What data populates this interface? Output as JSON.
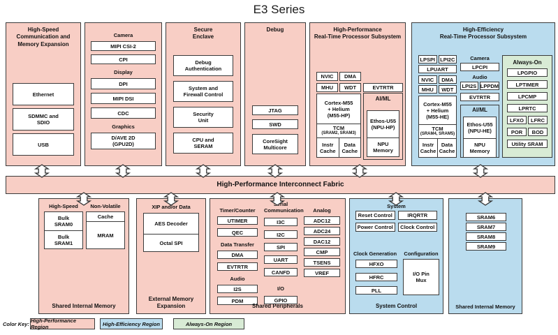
{
  "title": "E3 Series",
  "colors": {
    "hp_region": "#f8cec5",
    "he_region": "#badcee",
    "ao_region": "#d8ebd5",
    "border": "#3a3a3a"
  },
  "fabric": {
    "label": "High-Performance Interconnect Fabric"
  },
  "blocks": {
    "hs": {
      "title": "High-Speed\nCommunication and\nMemory Expansion",
      "items": [
        "Ethernet",
        "SDMMC and\nSDIO",
        "USB"
      ]
    },
    "cam": {
      "h1": "Camera",
      "i1": [
        "MIPI CSI-2",
        "CPI"
      ],
      "h2": "Display",
      "i2": [
        "DPI",
        "MIPI DSI",
        "CDC"
      ],
      "h3": "Graphics",
      "i3": [
        "D/AVE 2D\n(GPU2D)"
      ]
    },
    "se": {
      "title": "Secure\nEnclave",
      "items": [
        "Debug\nAuthentication",
        "System and\nFirewall Control",
        "Security\nUnit",
        "CPU and\nSERAM"
      ]
    },
    "dbg": {
      "title": "Debug",
      "items": [
        "JTAG",
        "SWD",
        "CoreSight\nMulticore"
      ]
    },
    "hp": {
      "title": "High-Performance\nReal-Time Processor Subsystem",
      "r1": [
        "NVIC",
        "DMA"
      ],
      "r2": [
        "MHU",
        "WDT"
      ],
      "cortex": "Cortex-M55\n+ Helium\n(M55-HP)",
      "tcm": "TCM",
      "tcm_sub": "(SRAM2, SRAM3)",
      "caches": [
        "Instr\nCache",
        "Data\nCache"
      ],
      "evtrtr": "EVTRTR",
      "aiml": "AI/ML",
      "npu": "Ethos-U55\n(NPU-HP)",
      "npu_mem": "NPU\nMemory"
    },
    "he": {
      "title": "High-Efficiency\nReal-Time Processor Subsystem",
      "r1": [
        "LPSPI",
        "LPI2C"
      ],
      "lpuart": "LPUART",
      "r2": [
        "NVIC",
        "DMA"
      ],
      "r3": [
        "MHU",
        "WDT"
      ],
      "cortex": "Cortex-M55\n+ Helium\n(M55-HE)",
      "tcm": "TCM",
      "tcm_sub": "(SRAM4, SRAM5)",
      "caches": [
        "Instr\nCache",
        "Data\nCache"
      ],
      "cam_h": "Camera",
      "lpcpi": "LPCPI",
      "audio_h": "Audio",
      "r4": [
        "LPI2S",
        "LPPDM"
      ],
      "evtrtr": "EVTRTR",
      "aiml": "AI/ML",
      "npu": "Ethos-U55\n(NPU-HE)",
      "npu_mem": "NPU\nMemory",
      "ao": {
        "title": "Always-On",
        "items": [
          "LPGPIO",
          "LPTIMER",
          "LPCMP",
          "LPRTC"
        ],
        "r1": [
          "LFXO",
          "LFRC"
        ],
        "r2": [
          "POR",
          "BOD"
        ],
        "last": "Utility SRAM"
      }
    }
  },
  "bottom": {
    "mem1": {
      "h1": "High-Speed",
      "c1": [
        "Bulk\nSRAM0",
        "Bulk\nSRAM1"
      ],
      "h2": "Non-Volatile",
      "c2a": "Cache",
      "c2b": "MRAM",
      "label": "Shared Internal Memory"
    },
    "ext": {
      "h": "XIP and/or Data",
      "items": [
        "AES Decoder",
        "Octal SPI"
      ],
      "label": "External Memory\nExpansion"
    },
    "per": {
      "c1h1": "Timer/Counter",
      "c1i1": [
        "UTIMER",
        "QEC"
      ],
      "c1h2": "Data Transfer",
      "c1i2": [
        "DMA",
        "EVTRTR"
      ],
      "c1h3": "Audio",
      "c1i3": [
        "I2S",
        "PDM"
      ],
      "c2h1": "Serial\nCommunication",
      "c2i1": [
        "I3C",
        "I2C",
        "SPI",
        "UART",
        "CANFD"
      ],
      "c2h2": "I/O",
      "c2i2": [
        "GPIO"
      ],
      "c3h": "Analog",
      "c3i": [
        "ADC12",
        "ADC24",
        "DAC12",
        "CMP",
        "TSENS",
        "VREF"
      ],
      "label": "Shared Peripherals"
    },
    "sys": {
      "h": "System",
      "grid": [
        "Reset Control",
        "IRQRTR",
        "Power Control",
        "Clock Control"
      ],
      "h2": "Clock Generation",
      "h3": "Configuration",
      "clocks": [
        "HFXO",
        "HFRC",
        "PLL"
      ],
      "pinmux": "I/O Pin\nMux",
      "label": "System Control"
    },
    "mem2": {
      "items": [
        "SRAM6",
        "SRAM7",
        "SRAM8",
        "SRAM9"
      ],
      "label": "Shared Internal Memory"
    }
  },
  "key": {
    "label": "Color Key:",
    "k1": "High-Performance Region",
    "k2": "High-Efficiency Region",
    "k3": "Always-On Region"
  }
}
